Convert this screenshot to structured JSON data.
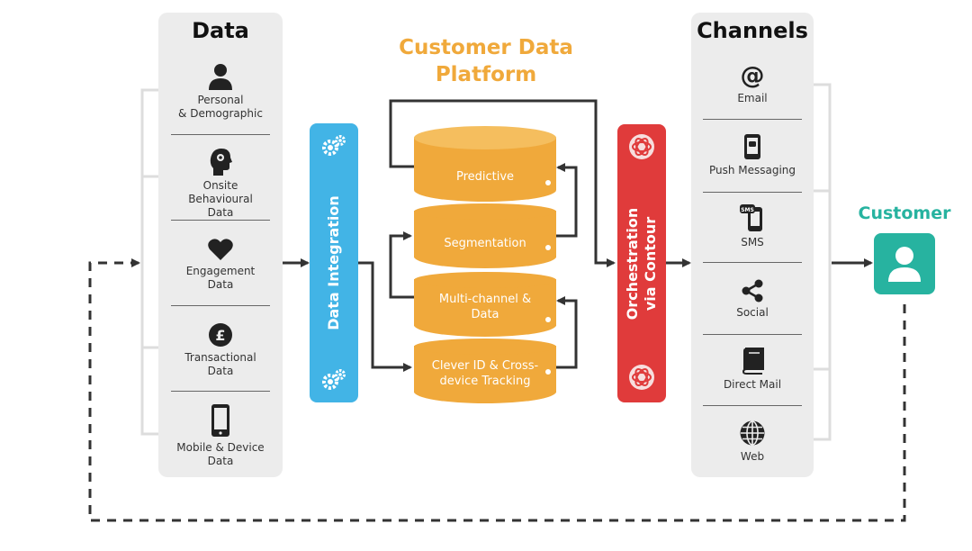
{
  "data_panel": {
    "title": "Data",
    "items": [
      {
        "label": "Personal\n& Demographic",
        "icon": "person-icon"
      },
      {
        "label": "Onsite Behavioural\nData",
        "icon": "head-gears-icon"
      },
      {
        "label": "Engagement\nData",
        "icon": "heart-icon"
      },
      {
        "label": "Transactional\nData",
        "icon": "pound-coin-icon"
      },
      {
        "label": "Mobile & Device\nData",
        "icon": "mobile-phone-icon"
      }
    ]
  },
  "integration": {
    "label": "Data Integration",
    "color": "#42b4e6",
    "icon": "gears-icon"
  },
  "cdp": {
    "title": "Customer Data Platform",
    "layers": [
      "Predictive",
      "Segmentation",
      "Multi-channel &\nData",
      "Clever ID & Cross-\ndevice Tracking"
    ],
    "color": "#f0a93b"
  },
  "orchestration": {
    "label": "Orchestration\nvia Contour",
    "color": "#e03b3b",
    "icon": "contour-logo-icon"
  },
  "channels_panel": {
    "title": "Channels",
    "items": [
      {
        "label": "Email",
        "icon": "at-sign-icon"
      },
      {
        "label": "Push Messaging",
        "icon": "phone-message-icon"
      },
      {
        "label": "SMS",
        "icon": "sms-phone-icon"
      },
      {
        "label": "Social",
        "icon": "share-icon"
      },
      {
        "label": "Direct Mail",
        "icon": "book-icon"
      },
      {
        "label": "Web",
        "icon": "globe-icon"
      }
    ]
  },
  "customer": {
    "title": "Customer",
    "color": "#27b3a0",
    "icon": "user-icon"
  }
}
